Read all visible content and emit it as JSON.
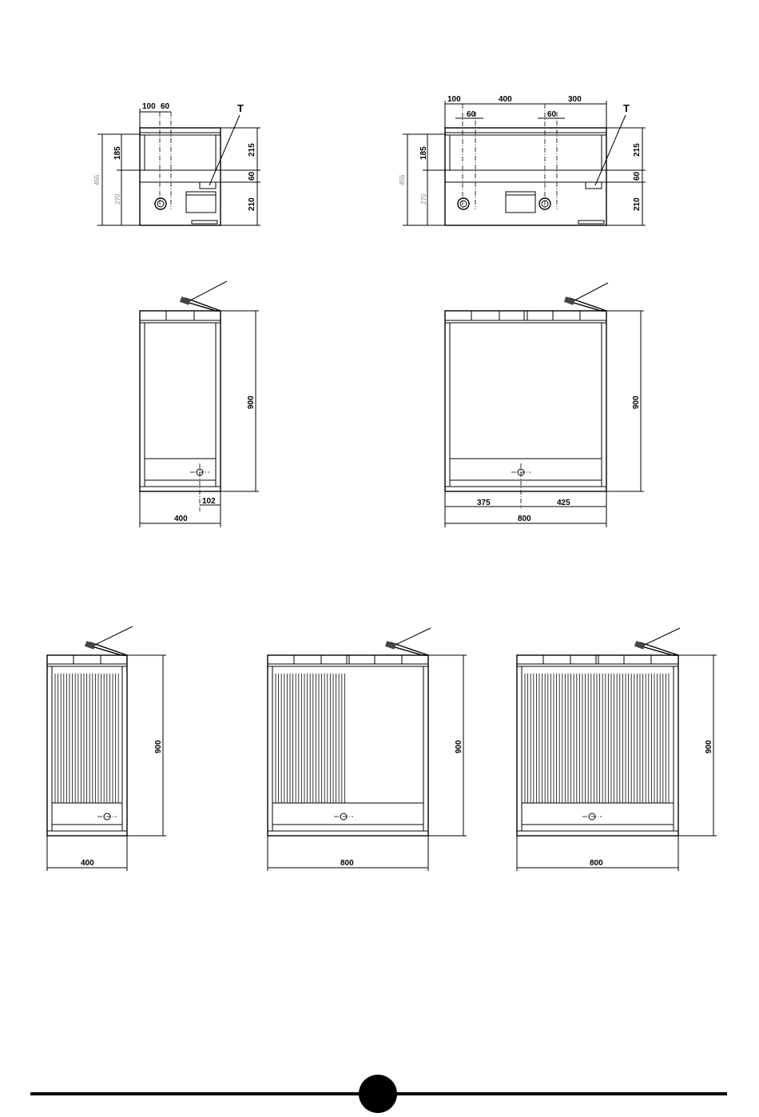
{
  "labels": {
    "t1_100": "100",
    "t1_60": "60",
    "t1_T": "T",
    "t1_185": "185",
    "t1_270": "270",
    "t1_455": "455",
    "t1_215": "215",
    "t1_60b": "60",
    "t1_210": "210",
    "t2_100": "100",
    "t2_400": "400",
    "t2_300": "300",
    "t2_60a": "60",
    "t2_60b": "60",
    "t2_T": "T",
    "t2_185": "185",
    "t2_270": "270",
    "t2_455": "455",
    "t2_215": "215",
    "t2_60c": "60",
    "t2_210": "210",
    "m1_900": "900",
    "m1_102": "102",
    "m1_400": "400",
    "m2_900": "900",
    "m2_375": "375",
    "m2_425": "425",
    "m2_800": "800",
    "b1_900": "900",
    "b1_400": "400",
    "b2_900": "900",
    "b2_800": "800",
    "b3_900": "900",
    "b3_800": "800"
  },
  "colors": {
    "line": "#000000",
    "text": "#000000",
    "secondary_text": "#888888",
    "background": "#ffffff"
  }
}
